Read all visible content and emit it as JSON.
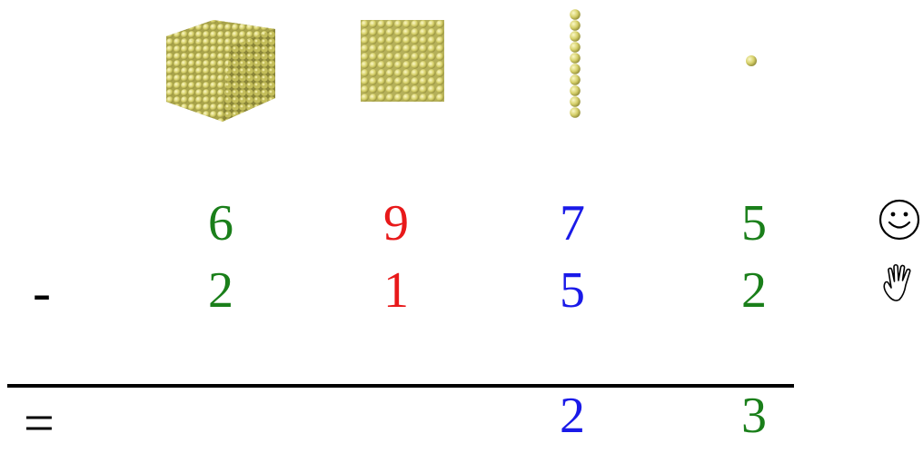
{
  "colors": {
    "thousands": "#1a7f1a",
    "hundreds": "#e8191a",
    "tens": "#1a1ae8",
    "ones": "#1a7f1a",
    "bead": "#d8d47a"
  },
  "blocks": {
    "thousand_cube": "thousand-cube-bead-block",
    "hundred_flat": "hundred-flat-bead-block",
    "ten_rod": "ten-rod-bead-bar",
    "unit_bead": "unit-bead"
  },
  "minuend": [
    "6",
    "9",
    "7",
    "5"
  ],
  "subtrahend": [
    "2",
    "1",
    "5",
    "2"
  ],
  "difference": [
    "",
    "",
    "2",
    "3"
  ],
  "operators": {
    "minus": "-",
    "equals": "="
  },
  "icons": {
    "row1": "smiley-face-icon",
    "row2": "hand-icon"
  }
}
